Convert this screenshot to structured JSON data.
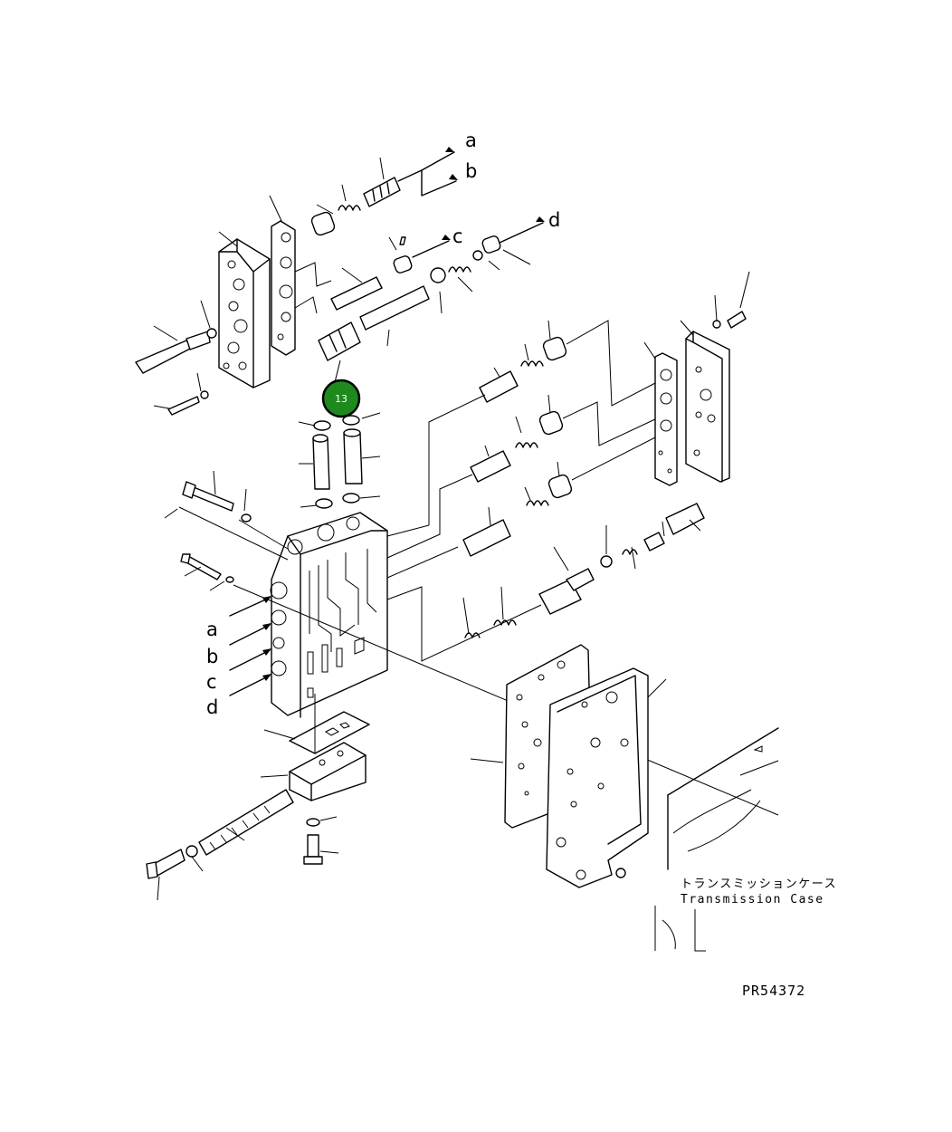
{
  "port_labels": {
    "upper_a": "a",
    "upper_b": "b",
    "upper_c": "c",
    "upper_d": "d",
    "lower_a": "a",
    "lower_b": "b",
    "lower_c": "c",
    "lower_d": "d"
  },
  "callout": {
    "number": "13",
    "fill_color": "#1e8a1e",
    "ring_color": "#000000"
  },
  "transmission_case": {
    "label_jp": "トランスミッションケース",
    "label_en": "Transmission Case"
  },
  "drawing_reference": "PR54372"
}
